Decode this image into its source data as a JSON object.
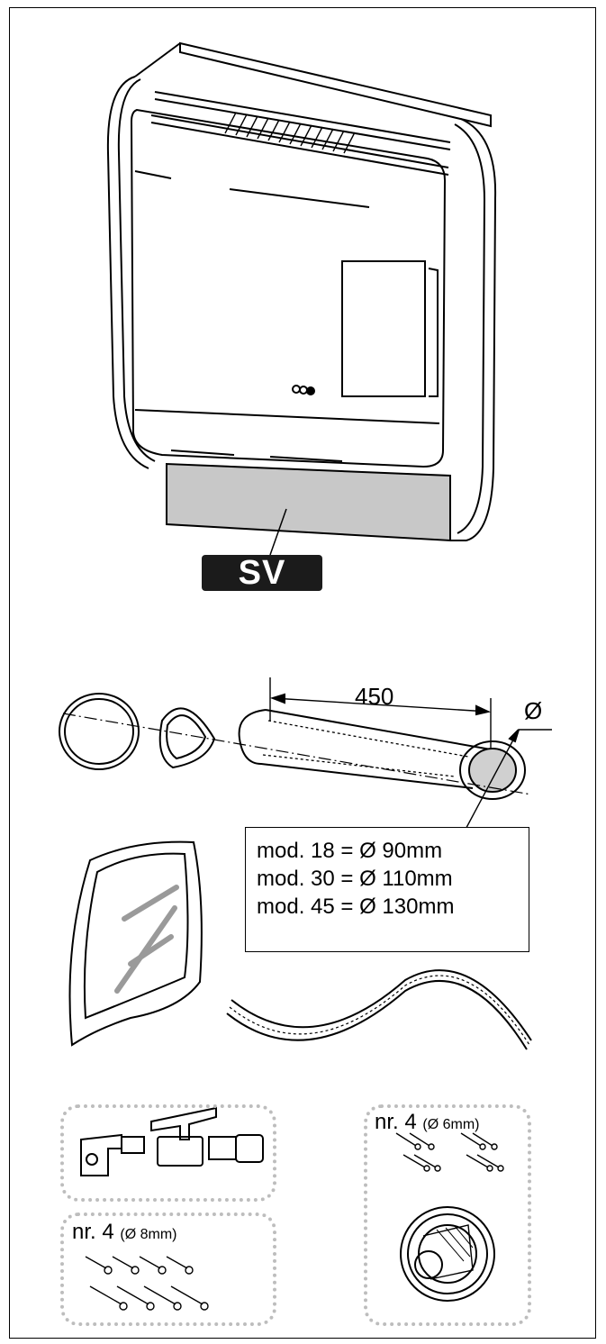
{
  "badge": {
    "label": "SV"
  },
  "pipe": {
    "length_label": "450",
    "diameter_symbol": "Ø",
    "models": [
      "mod. 18 = Ø 90mm",
      "mod. 30 = Ø 110mm",
      "mod. 45 = Ø 130mm"
    ]
  },
  "kits": {
    "anchors_8mm": {
      "count": "nr. 4",
      "size": "(Ø 8mm)"
    },
    "anchors_6mm": {
      "count": "nr. 4",
      "size": "(Ø 6mm)"
    }
  },
  "colors": {
    "line": "#000000",
    "badge_bg": "#1b1b1b",
    "kit_border": "#bdbdbd",
    "grey_fill": "#c8c8c8"
  }
}
